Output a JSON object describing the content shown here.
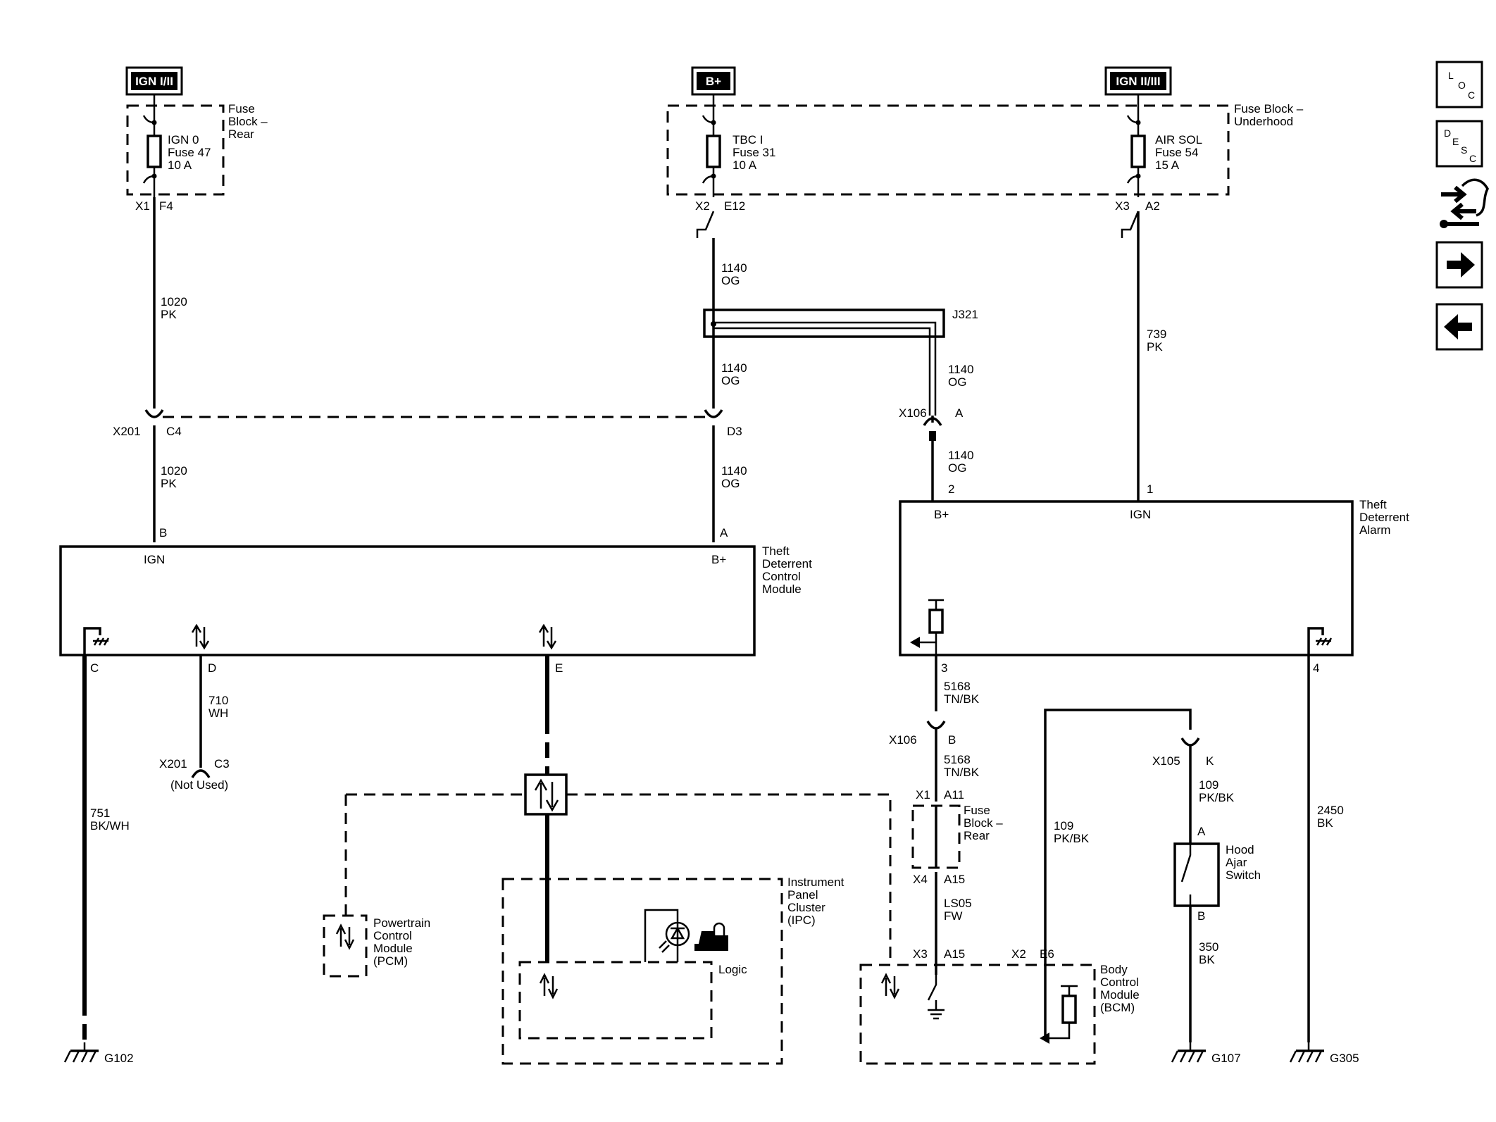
{
  "power": {
    "ign1": "IGN I/II",
    "bplus": "B+",
    "ign2": "IGN II/III"
  },
  "fuse_blocks": {
    "rear_top": [
      "Fuse",
      "Block –",
      "Rear"
    ],
    "underhood": [
      "Fuse Block –",
      "Underhood"
    ],
    "rear_mid": [
      "Fuse",
      "Block –",
      "Rear"
    ]
  },
  "fuses": {
    "f1": [
      "IGN 0",
      "Fuse 47",
      "10 A"
    ],
    "f2": [
      "TBC I",
      "Fuse 31",
      "10 A"
    ],
    "f3": [
      "AIR SOL",
      "Fuse 54",
      "15 A"
    ]
  },
  "connectors": {
    "x1": "X1",
    "f4": "F4",
    "x2": "X2",
    "e12": "E12",
    "x3": "X3",
    "a2": "A2",
    "j321": "J321",
    "x201_left": "X201",
    "c4": "C4",
    "d3": "D3",
    "x106_top": "X106",
    "a": "A",
    "pin_b": "B",
    "pin_a": "A",
    "pin_2": "2",
    "pin_1": "1",
    "pin_c": "C",
    "pin_d": "D",
    "pin_e": "E",
    "pin_3": "3",
    "pin_4": "4",
    "x201_bottom": "X201",
    "c3": "C3",
    "not_used": "(Not Used)",
    "x106_bottom": "X106",
    "b_x106": "B",
    "x105": "X105",
    "k": "K",
    "x1_mid": "X1",
    "a11": "A11",
    "x4": "X4",
    "a15_top": "A15",
    "x3_bcm": "X3",
    "a15_bcm": "A15",
    "x2_bcm": "X2",
    "e6": "E6",
    "switch_a": "A",
    "switch_b": "B"
  },
  "wires": {
    "w1020_top": [
      "1020",
      "PK"
    ],
    "w1140_top": [
      "1140",
      "OG"
    ],
    "w1140_mid": [
      "1140",
      "OG"
    ],
    "w1140_right": [
      "1140",
      "OG"
    ],
    "w739": [
      "739",
      "PK"
    ],
    "w1020_bot": [
      "1020",
      "PK"
    ],
    "w1140_bot": [
      "1140",
      "OG"
    ],
    "w1140_alarm": [
      "1140",
      "OG"
    ],
    "w710": [
      "710",
      "WH"
    ],
    "w751": [
      "751",
      "BK/WH"
    ],
    "w5168_a": [
      "5168",
      "TN/BK"
    ],
    "w5168_b": [
      "5168",
      "TN/BK"
    ],
    "w109_left": [
      "109",
      "PK/BK"
    ],
    "w109_right": [
      "109",
      "PK/BK"
    ],
    "wls05": [
      "LS05",
      "FW"
    ],
    "w350": [
      "350",
      "BK"
    ],
    "w2450": [
      "2450",
      "BK"
    ]
  },
  "modules": {
    "tdcm": [
      "Theft",
      "Deterrent",
      "Control",
      "Module"
    ],
    "tda": [
      "Theft",
      "Deterrent",
      "Alarm"
    ],
    "ipc": [
      "Instrument",
      "Panel",
      "Cluster",
      "(IPC)"
    ],
    "pcm": [
      "Powertrain",
      "Control",
      "Module",
      "(PCM)"
    ],
    "bcm": [
      "Body",
      "Control",
      "Module",
      "(BCM)"
    ],
    "hood": [
      "Hood",
      "Ajar",
      "Switch"
    ],
    "logic": "Logic"
  },
  "pins": {
    "tdcm_ign": "IGN",
    "tdcm_bplus": "B+",
    "tda_bplus": "B+",
    "tda_ign": "IGN"
  },
  "grounds": {
    "g102": "G102",
    "g107": "G107",
    "g305": "G305"
  },
  "nav": {
    "loc": [
      "L",
      "O",
      "C"
    ],
    "desc": [
      "D",
      "E",
      "S",
      "C"
    ]
  }
}
